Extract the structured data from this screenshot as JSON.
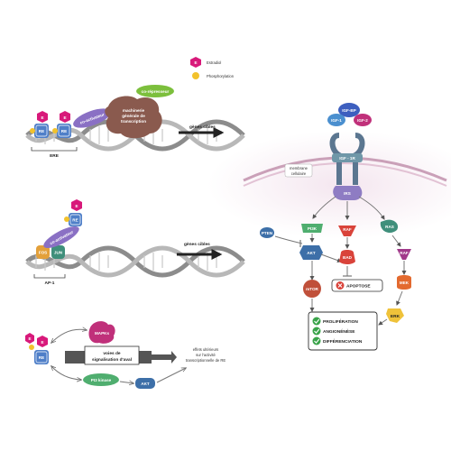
{
  "legend": {
    "estradiol_symbol": "E",
    "estradiol_label": "Estradiol",
    "phosphorylation_label": "Phosphorylation"
  },
  "ere_panel": {
    "co_repressor": "co-répresseur",
    "receptor_symbol": "RE",
    "coactivator": "co-activateur",
    "machinery_line1": "machinerie",
    "machinery_line2": "générale de",
    "machinery_line3": "transcription",
    "target_genes": "gènes cibles",
    "element_label": "ERE"
  },
  "ap1_panel": {
    "coactivator": "co-activateur",
    "fos": "FOS",
    "jun": "JUN",
    "target_genes": "gènes cibles",
    "element_label": "AP-1"
  },
  "signaling_panel": {
    "mapk": "MAPKs",
    "downstream_line1": "voies de",
    "downstream_line2": "signalisation d'aval",
    "effects_line1": "effets ultérieurs",
    "effects_line2": "sur l'activité",
    "effects_line3": "transcriptionnelle de RE",
    "pi3_kinase": "PI3 kinase",
    "akt": "AKT"
  },
  "pathway": {
    "igf_bp": "IGF-BP",
    "igf1": "IGF-1",
    "igf2": "IGF-2",
    "igf1r": "IGF - 1R",
    "membrane_line1": "membrane",
    "membrane_line2": "cellulaire",
    "irs": "IRS",
    "pi3k": "PI3K",
    "pten": "PTEN",
    "akt": "AKT",
    "mtor": "mTOR",
    "raf_red": "RAF",
    "bad": "BAD",
    "apoptosis": "APOPTOSE",
    "ras": "RAS",
    "raf_purple": "RAF",
    "mek": "MEK",
    "erk": "ERK",
    "outcomes": [
      "PROLIFÉRATION",
      "ANGIONÉNÈSE",
      "DIFFÉRENCIATION"
    ]
  },
  "colors": {
    "estradiol": "#d8197a",
    "receptor": "#4f7fc8",
    "coactivator": "#8a70c4",
    "machinery": "#8a5a4e",
    "corepressor": "#7cbf3c",
    "phosphate": "#f2c22c",
    "dna": "#8c8c8c",
    "receptor_teal": "#6f97a8",
    "irs": "#8e7cc3",
    "pi3k_green": "#4fae6f",
    "pten_blue": "#3d6fa8",
    "raf_red": "#d9433a",
    "mek_orange": "#e36a2f",
    "erk_yellow": "#efc23a",
    "check_green": "#3aa34a"
  }
}
